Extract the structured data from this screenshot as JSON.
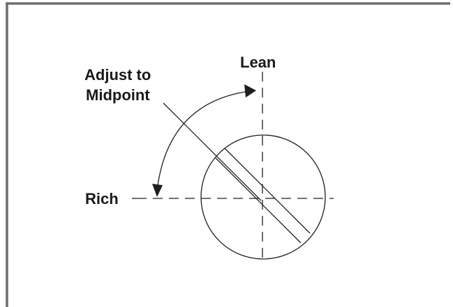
{
  "diagram": {
    "labels": {
      "lean": "Lean",
      "rich": "Rich",
      "adjust_line1": "Adjust to",
      "adjust_line2": "Midpoint"
    },
    "icons": {
      "dial": "adjustment-screw-slot-icon",
      "rotation": "curved-double-arrow-icon"
    },
    "colors": {
      "line": "#1e1e1e",
      "frame": "#6e6e6e",
      "background": "#ffffff"
    }
  }
}
